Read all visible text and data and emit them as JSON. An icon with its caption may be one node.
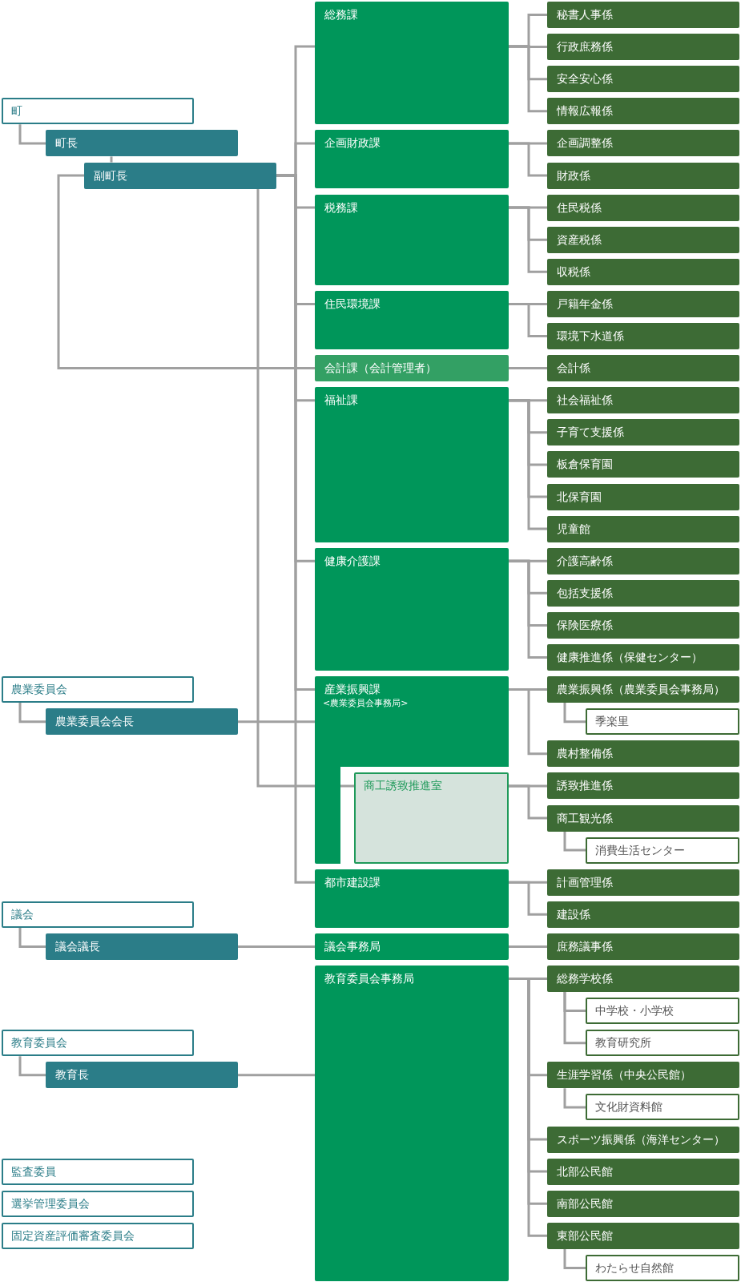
{
  "diagram": {
    "nodes": [
      {
        "text": [
          "町"
        ]
      },
      {
        "text": [
          "町長"
        ]
      },
      {
        "text": [
          "副町長"
        ]
      },
      {
        "text": [
          "農業委員会"
        ]
      },
      {
        "text": [
          "農業委員会会長"
        ]
      },
      {
        "text": [
          "議会"
        ]
      },
      {
        "text": [
          "議会議長"
        ]
      },
      {
        "text": [
          "教育委員会"
        ]
      },
      {
        "text": [
          "教育長"
        ]
      },
      {
        "text": [
          "監査委員"
        ]
      },
      {
        "text": [
          "選挙管理委員会"
        ]
      },
      {
        "text": [
          "固定資産評価審査委員会"
        ]
      },
      {
        "text": [
          "総務課"
        ]
      },
      {
        "text": [
          "秘書人事係"
        ]
      },
      {
        "text": [
          "行政庶務係"
        ]
      },
      {
        "text": [
          "安全安心係"
        ]
      },
      {
        "text": [
          "情報広報係"
        ]
      },
      {
        "text": [
          "企画財政課"
        ]
      },
      {
        "text": [
          "企画調整係"
        ]
      },
      {
        "text": [
          "財政係"
        ]
      },
      {
        "text": [
          "税務課"
        ]
      },
      {
        "text": [
          "住民税係"
        ]
      },
      {
        "text": [
          "資産税係"
        ]
      },
      {
        "text": [
          "収税係"
        ]
      },
      {
        "text": [
          "住民環境課"
        ]
      },
      {
        "text": [
          "戸籍年金係"
        ]
      },
      {
        "text": [
          "環境下水道係"
        ]
      },
      {
        "text": [
          "会計課（会計管理者）"
        ]
      },
      {
        "text": [
          "会計係"
        ]
      },
      {
        "text": [
          "福祉課"
        ]
      },
      {
        "text": [
          "社会福祉係"
        ]
      },
      {
        "text": [
          "子育て支援係"
        ]
      },
      {
        "text": [
          "板倉保育園"
        ]
      },
      {
        "text": [
          "北保育園"
        ]
      },
      {
        "text": [
          "児童館"
        ]
      },
      {
        "text": [
          "健康介護課"
        ]
      },
      {
        "text": [
          "介護高齢係"
        ]
      },
      {
        "text": [
          "包括支援係"
        ]
      },
      {
        "text": [
          "保険医療係"
        ]
      },
      {
        "text": [
          "健康推進係（保健センター）"
        ]
      },
      {
        "text": [
          "産業振興課",
          "<農業委員会事務局>"
        ]
      },
      {
        "text": [
          "商工誘致推進室"
        ],
        "in": 40
      },
      {
        "text": [
          "農業振興係（農業委員会事務局）"
        ]
      },
      {
        "text": [
          "季楽里"
        ]
      },
      {
        "text": [
          "農村整備係"
        ]
      },
      {
        "text": [
          "誘致推進係"
        ]
      },
      {
        "text": [
          "商工観光係"
        ]
      },
      {
        "text": [
          "消費生活センター"
        ]
      },
      {
        "text": [
          "都市建設課"
        ]
      },
      {
        "text": [
          "計画管理係"
        ]
      },
      {
        "text": [
          "建設係"
        ]
      },
      {
        "text": [
          "議会事務局"
        ]
      },
      {
        "text": [
          "庶務議事係"
        ]
      },
      {
        "text": [
          "教育委員会事務局"
        ]
      },
      {
        "text": [
          "総務学校係"
        ]
      },
      {
        "text": [
          "中学校・小学校"
        ]
      },
      {
        "text": [
          "教育研究所"
        ]
      },
      {
        "text": [
          "生涯学習係（中央公民館）"
        ]
      },
      {
        "text": [
          "文化財資料館"
        ]
      },
      {
        "text": [
          "スポーツ振興係（海洋センター）"
        ]
      },
      {
        "text": [
          "北部公民館"
        ]
      },
      {
        "text": [
          "南部公民館"
        ]
      },
      {
        "text": [
          "東部公民館"
        ]
      },
      {
        "text": [
          "わたらせ自然館"
        ]
      }
    ],
    "edges": [
      {
        "from": 0,
        "to": 1,
        "arrow": "none"
      },
      {
        "from": 1,
        "to": 2,
        "arrow": "none"
      },
      {
        "from": 3,
        "to": 4,
        "arrow": "none"
      },
      {
        "from": 5,
        "to": 6,
        "arrow": "none"
      },
      {
        "from": 7,
        "to": 8,
        "arrow": "none"
      },
      {
        "from": 2,
        "to": 12,
        "arrow": "none"
      },
      {
        "from": 2,
        "to": 17,
        "arrow": "none"
      },
      {
        "from": 2,
        "to": 20,
        "arrow": "none"
      },
      {
        "from": 2,
        "to": 24,
        "arrow": "none"
      },
      {
        "from": 2,
        "to": 27,
        "arrow": "none"
      },
      {
        "from": 2,
        "to": 29,
        "arrow": "none"
      },
      {
        "from": 2,
        "to": 35,
        "arrow": "none"
      },
      {
        "from": 2,
        "to": 40,
        "arrow": "none"
      },
      {
        "from": 2,
        "to": 41,
        "arrow": "none"
      },
      {
        "from": 2,
        "to": 48,
        "arrow": "none"
      },
      {
        "from": 4,
        "to": 40,
        "arrow": "none"
      },
      {
        "from": 6,
        "to": 51,
        "arrow": "none"
      },
      {
        "from": 8,
        "to": 53,
        "arrow": "none"
      },
      {
        "from": 12,
        "to": 13,
        "arrow": "none"
      },
      {
        "from": 12,
        "to": 14,
        "arrow": "none"
      },
      {
        "from": 12,
        "to": 15,
        "arrow": "none"
      },
      {
        "from": 12,
        "to": 16,
        "arrow": "none"
      },
      {
        "from": 17,
        "to": 18,
        "arrow": "none"
      },
      {
        "from": 17,
        "to": 19,
        "arrow": "none"
      },
      {
        "from": 20,
        "to": 21,
        "arrow": "none"
      },
      {
        "from": 20,
        "to": 22,
        "arrow": "none"
      },
      {
        "from": 20,
        "to": 23,
        "arrow": "none"
      },
      {
        "from": 24,
        "to": 25,
        "arrow": "none"
      },
      {
        "from": 24,
        "to": 26,
        "arrow": "none"
      },
      {
        "from": 27,
        "to": 28,
        "arrow": "none"
      },
      {
        "from": 29,
        "to": 30,
        "arrow": "none"
      },
      {
        "from": 29,
        "to": 31,
        "arrow": "none"
      },
      {
        "from": 29,
        "to": 32,
        "arrow": "none"
      },
      {
        "from": 29,
        "to": 33,
        "arrow": "none"
      },
      {
        "from": 29,
        "to": 34,
        "arrow": "none"
      },
      {
        "from": 35,
        "to": 36,
        "arrow": "none"
      },
      {
        "from": 35,
        "to": 37,
        "arrow": "none"
      },
      {
        "from": 35,
        "to": 38,
        "arrow": "none"
      },
      {
        "from": 35,
        "to": 39,
        "arrow": "none"
      },
      {
        "from": 40,
        "to": 42,
        "arrow": "none"
      },
      {
        "from": 40,
        "to": 44,
        "arrow": "none"
      },
      {
        "from": 41,
        "to": 45,
        "arrow": "none"
      },
      {
        "from": 41,
        "to": 46,
        "arrow": "none"
      },
      {
        "from": 48,
        "to": 49,
        "arrow": "none"
      },
      {
        "from": 48,
        "to": 50,
        "arrow": "none"
      },
      {
        "from": 51,
        "to": 52,
        "arrow": "none"
      },
      {
        "from": 53,
        "to": 54,
        "arrow": "none"
      },
      {
        "from": 53,
        "to": 57,
        "arrow": "none"
      },
      {
        "from": 53,
        "to": 59,
        "arrow": "none"
      },
      {
        "from": 53,
        "to": 60,
        "arrow": "none"
      },
      {
        "from": 53,
        "to": 61,
        "arrow": "none"
      },
      {
        "from": 53,
        "to": 62,
        "arrow": "none"
      },
      {
        "from": 42,
        "to": 43,
        "arrow": "none"
      },
      {
        "from": 46,
        "to": 47,
        "arrow": "none"
      },
      {
        "from": 54,
        "to": 55,
        "arrow": "none"
      },
      {
        "from": 54,
        "to": 56,
        "arrow": "none"
      },
      {
        "from": 57,
        "to": 58,
        "arrow": "none"
      },
      {
        "from": 62,
        "to": 63,
        "arrow": "none"
      }
    ]
  }
}
